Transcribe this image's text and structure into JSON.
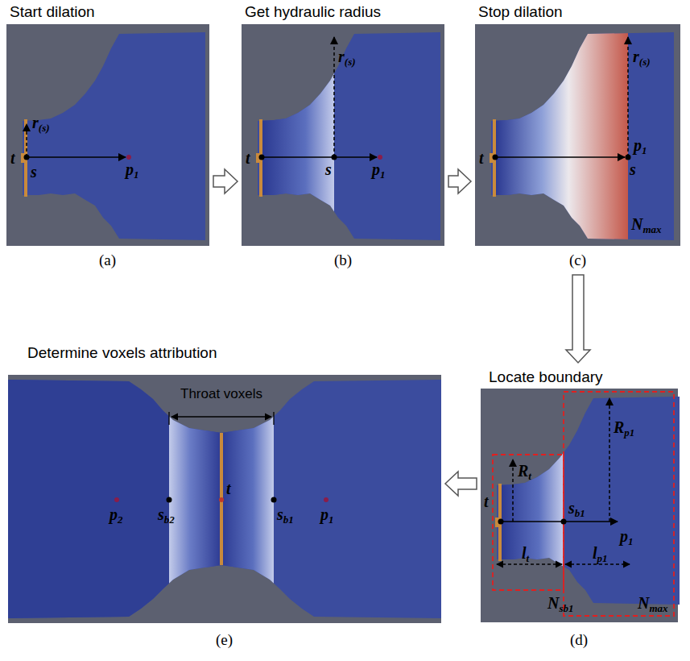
{
  "diagram": {
    "nodes": [
      {
        "text": [
          "Start dilation",
          "(a)"
        ]
      },
      {
        "text": [
          "Get hydraulic radius",
          "(b)"
        ]
      },
      {
        "text": [
          "Stop dilation",
          "(c)"
        ]
      },
      {
        "text": [
          "Determine voxels attribution",
          "(e)"
        ]
      },
      {
        "text": [
          "Locate boundary",
          "(d)"
        ]
      }
    ],
    "edges": [
      {
        "from": 0,
        "to": 1,
        "arrow": "to"
      },
      {
        "from": 1,
        "to": 2,
        "arrow": "to"
      },
      {
        "from": 2,
        "to": 4,
        "arrow": "to"
      },
      {
        "from": 4,
        "to": 3,
        "arrow": "to"
      }
    ],
    "labels": [
      "r(s)",
      "t",
      "s",
      "p1",
      "t",
      "r(s)",
      "s",
      "p1",
      "r(s)",
      "t",
      "p1",
      "s",
      "Nmax",
      "Throat voxels",
      "p2",
      "sb2",
      "t",
      "sb1",
      "p1",
      "Rt",
      "Rp1",
      "t",
      "sb1",
      "p1",
      "lt",
      "lp1",
      "Nsb1",
      "Nmax"
    ]
  }
}
